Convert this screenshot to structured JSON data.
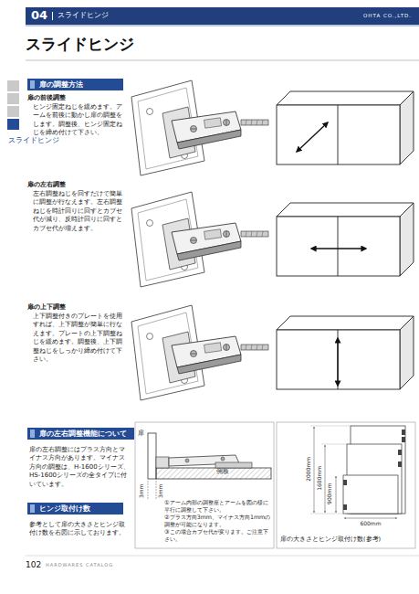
{
  "diagram": {
    "title": "スライドヒンジ",
    "nodes": [
      {
        "text": [
          "04",
          "スライドヒンジ",
          "OHTA CO.,LTD."
        ]
      },
      {
        "text": [
          "扉の調整方法"
        ]
      },
      {
        "text": [
          "扉の左右調整機能について"
        ]
      },
      {
        "text": [
          "ヒンジ取付け数"
        ]
      }
    ],
    "edges": [],
    "labels": [
      "扉の前後調整",
      "ヒンジ固定ねじを緩めます。アームを前後に動かし扉の調整をします。調整後、ヒンジ固定ねじを締め付けて下さい。",
      "扉の左右調整",
      "左右調整ねじを回すだけで簡単に調整が行なえます。左右調整ねじを時計回りに回すとカブセ代が減り、反時計回りに回すとカブセ代が増えます。",
      "扉の上下調整",
      "上下調整付きのプレートを使用すれば、上下調整が簡単に行なえます。プレートの上下調整ねじを緩めます。調整後、上下調整ねじをしっかり締め付けて下さい。",
      "扉の左右調整にはプラス方向とマイナス方向があります。マイナス方向の調整は、H-1600シリーズ、HS-1600シリーズの全タイプに付いています。",
      "参考として扉の大きさとヒンジ取付け数を右図に示しております。",
      "スライドヒンジ",
      "扉",
      "側板",
      "3mm",
      "3mm",
      "①アーム内部の調整座とアームを図の様に平行に調整して下さい。",
      "②プラス方向3mm、マイナス方向1mmの調整が可能になります。",
      "③この場合カブセ代が変ります。ご注意下さい。",
      "2000mm",
      "1600mm",
      "900mm",
      "600mm",
      "扉の大きさとヒンジ取付け数(参考)",
      "102",
      "HARDWARES CATALOG"
    ]
  }
}
